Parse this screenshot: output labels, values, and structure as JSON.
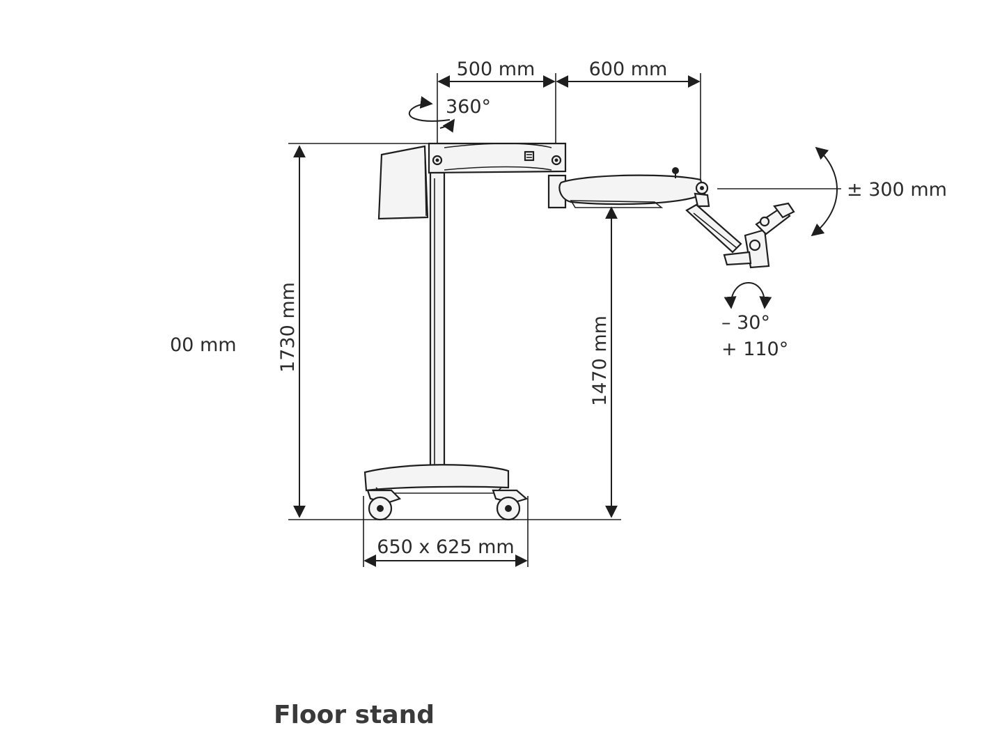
{
  "dimensions": {
    "arm_reach_1": "500 mm",
    "arm_reach_2": "600 mm",
    "rotation": "360°",
    "vertical_travel": "± 300 mm",
    "tilt_minus": "– 30°",
    "tilt_plus": "+ 110°",
    "overall_height": "1730 mm",
    "arm_height": "1470 mm",
    "base_footprint": "650 x 625 mm",
    "partial_left_label": "00 mm"
  },
  "caption": "Floor stand",
  "colors": {
    "line": "#1e1e1e",
    "fill": "#f4f4f4",
    "text": "#2b2b2b"
  }
}
